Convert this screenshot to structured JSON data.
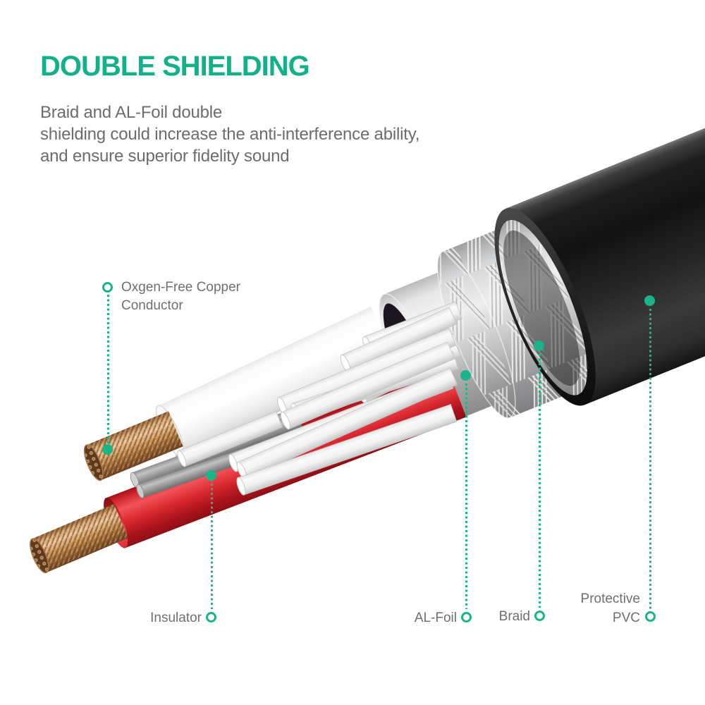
{
  "header": {
    "title": "DOUBLE SHIELDING",
    "description_lines": [
      "Braid and AL-Foil double",
      "shielding could increase the anti-interference ability,",
      "and ensure superior fidelity sound"
    ]
  },
  "callouts": [
    {
      "id": "copper-conductor",
      "lines": [
        "Oxgen-Free Copper",
        "Conductor"
      ]
    },
    {
      "id": "insulator",
      "lines": [
        "Insulator"
      ]
    },
    {
      "id": "al-foil",
      "lines": [
        "AL-Foil"
      ]
    },
    {
      "id": "braid",
      "lines": [
        "Braid"
      ]
    },
    {
      "id": "protective-pvc",
      "lines": [
        "Protective",
        "PVC"
      ]
    }
  ],
  "illustration": {
    "subject": "audio cable cutaway showing layered construction",
    "parts": [
      "protective-pvc-jacket",
      "braid-shield",
      "al-foil-shield",
      "twisted-white-wires",
      "drain-wires",
      "white-insulated-wire",
      "red-insulated-wire",
      "oxygen-free-copper-conductors"
    ],
    "colors": {
      "accent_teal": "#1bb489",
      "title_green": "#12b18a",
      "body_text_gray": "#6c6c6c",
      "label_gray": "#6f6f6f",
      "jacket_black": "#161616",
      "braid_silver": "#d6d7d9",
      "foil_gray": "#cfcfcf",
      "insulation_red": "#da2830",
      "insulation_white": "#ffffff",
      "copper": "#c99a67"
    }
  }
}
